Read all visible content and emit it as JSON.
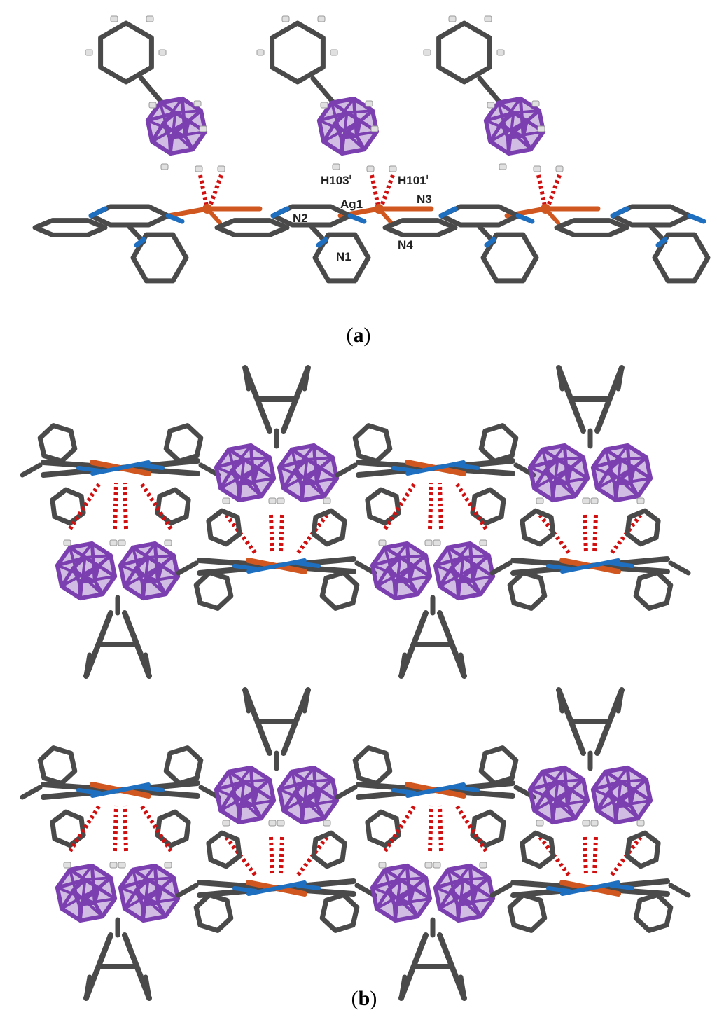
{
  "colors": {
    "carbon": "#4a4a4a",
    "nitrogen": "#1f6fc0",
    "silver": "#d0571f",
    "boron": "#7b3fb0",
    "hydrogen": "#e0e0e0",
    "hbond": "#d01010"
  },
  "panel_a": {
    "labels": {
      "h103": "H103",
      "h103_sup": "i",
      "h101": "H101",
      "h101_sup": "i",
      "ag1": "Ag1",
      "n1": "N1",
      "n2": "N2",
      "n3": "N3",
      "n4": "N4"
    },
    "caption": {
      "open": "(",
      "letter": "a",
      "close": ")"
    }
  },
  "panel_b": {
    "caption": {
      "open": "(",
      "letter": "b",
      "close": ")"
    }
  }
}
